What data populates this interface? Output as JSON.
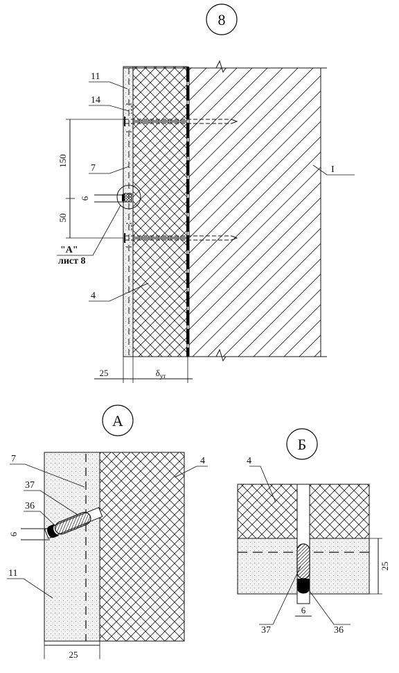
{
  "figure_number": "8",
  "main_view": {
    "labels": {
      "l11": "11",
      "l14": "14",
      "l7": "7",
      "l4": "4",
      "lI": "I",
      "ref_a_line1": "\"A\"",
      "ref_a_line2": "лист 8"
    },
    "dims": {
      "d150": "150",
      "d50": "50",
      "d6": "6",
      "d25": "25",
      "thickness_symbol": "δ",
      "thickness_subscript": "ут"
    }
  },
  "detail_a": {
    "title": "A",
    "labels": {
      "l7": "7",
      "l4": "4",
      "l37": "37",
      "l36": "36",
      "l11": "11"
    },
    "dims": {
      "d6": "6",
      "d25": "25"
    }
  },
  "detail_b": {
    "title": "Б",
    "labels": {
      "l4": "4",
      "l37": "37",
      "l36": "36"
    },
    "dims": {
      "d25": "25",
      "d6": "6"
    }
  }
}
